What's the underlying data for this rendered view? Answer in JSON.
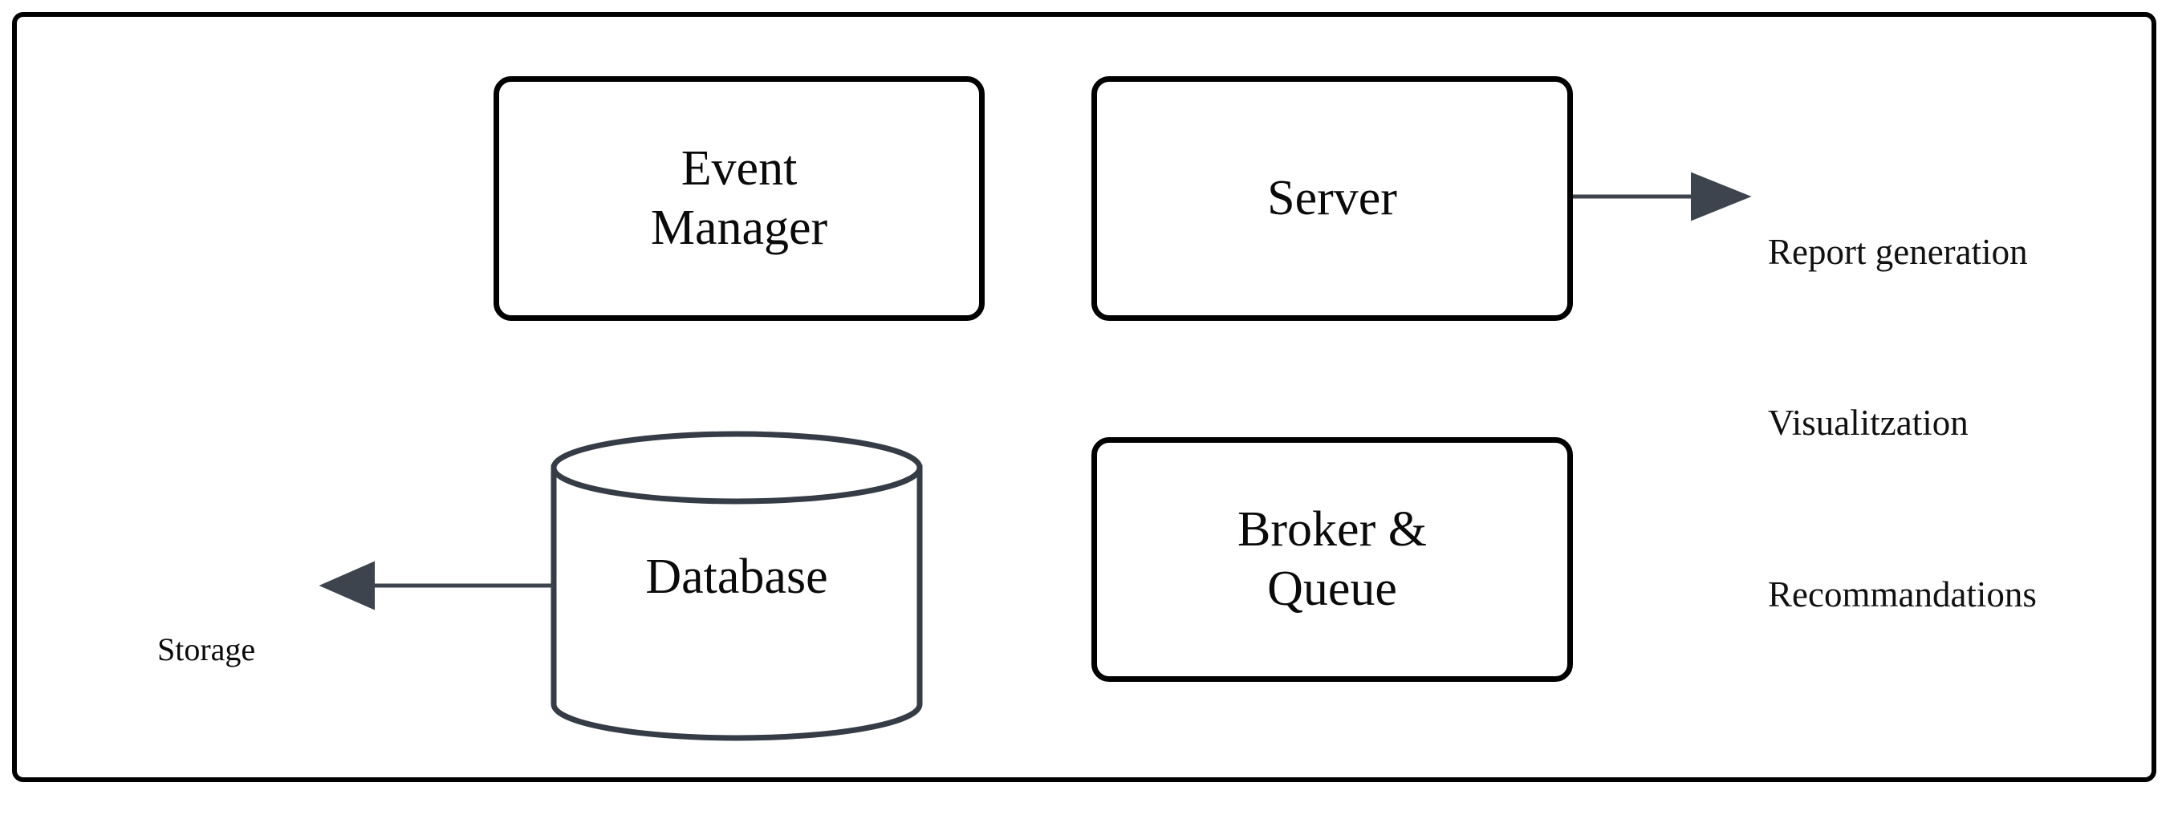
{
  "diagram": {
    "title": "System architecture block diagram",
    "background_color": "#ffffff",
    "container": {
      "name": "system-boundary",
      "stroke_color": "#000000"
    },
    "nodes": [
      {
        "id": "event-manager",
        "shape": "rounded-rectangle",
        "lines": [
          "Event",
          "Manager"
        ],
        "stroke_color": "#000000",
        "fill_color": "#ffffff"
      },
      {
        "id": "server",
        "shape": "rounded-rectangle",
        "lines": [
          "Server"
        ],
        "stroke_color": "#000000",
        "fill_color": "#ffffff"
      },
      {
        "id": "broker-queue",
        "shape": "rounded-rectangle",
        "lines": [
          "Broker &",
          "Queue"
        ],
        "stroke_color": "#000000",
        "fill_color": "#ffffff"
      },
      {
        "id": "database",
        "shape": "cylinder",
        "lines": [
          "Database"
        ],
        "stroke_color": "#353c45",
        "fill_color": "#ffffff"
      }
    ],
    "annotations": [
      {
        "id": "server-outputs",
        "lines": [
          "Report generation",
          "Visualitzation",
          "Recommandations"
        ],
        "text_color": "#111111"
      },
      {
        "id": "storage",
        "lines": [
          "Storage"
        ],
        "text_color": "#0a0a0a"
      }
    ],
    "connectors": [
      {
        "id": "server-to-outputs",
        "from": "server",
        "to": "server-outputs",
        "direction": "right",
        "arrowhead": "filled-triangle",
        "color": "#3d444d"
      },
      {
        "id": "database-to-storage",
        "from": "database",
        "to": "storage",
        "direction": "left",
        "arrowhead": "filled-triangle",
        "color": "#3d444d"
      }
    ]
  }
}
